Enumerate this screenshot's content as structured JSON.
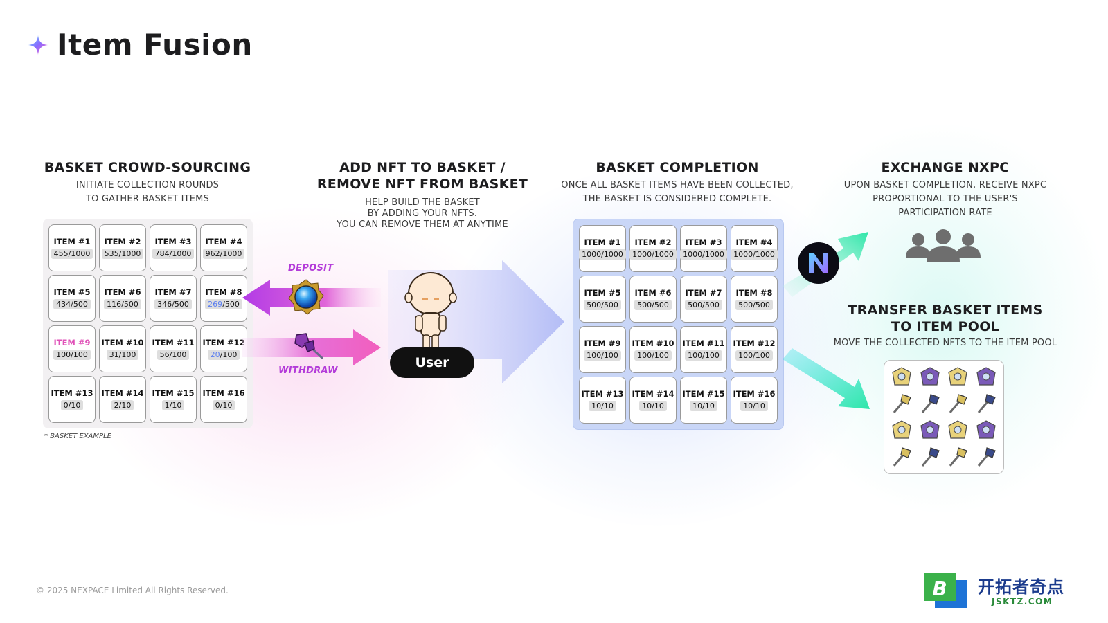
{
  "title": "Item Fusion",
  "sections": {
    "crowdsourcing": {
      "heading": "BASKET CROWD-SOURCING",
      "sub_line1": "INITIATE COLLECTION ROUNDS",
      "sub_line2": "TO GATHER BASKET ITEMS",
      "note": "* BASKET EXAMPLE"
    },
    "add_remove": {
      "heading_line1": "ADD NFT TO BASKET /",
      "heading_line2": "REMOVE NFT FROM BASKET",
      "sub_line1": "HELP BUILD THE BASKET",
      "sub_line2": "BY ADDING YOUR NFTS.",
      "sub_line3": "YOU CAN REMOVE THEM AT ANYTIME",
      "deposit_label": "DEPOSIT",
      "withdraw_label": "WITHDRAW",
      "user_label": "User"
    },
    "completion": {
      "heading": "BASKET COMPLETION",
      "sub_line1": "ONCE ALL BASKET ITEMS HAVE BEEN COLLECTED,",
      "sub_line2": "THE BASKET IS CONSIDERED COMPLETE."
    },
    "exchange": {
      "heading": "EXCHANGE NXPC",
      "sub_line1": "UPON BASKET COMPLETION, RECEIVE NXPC",
      "sub_line2": "PROPORTIONAL TO THE USER'S",
      "sub_line3": "PARTICIPATION RATE"
    },
    "transfer": {
      "heading_line1": "TRANSFER BASKET ITEMS",
      "heading_line2": "TO ITEM POOL",
      "sub_line1": "MOVE THE COLLECTED NFTS TO THE ITEM POOL"
    }
  },
  "left_basket": [
    {
      "label": "ITEM #1",
      "val": "455/1000",
      "label_color": "",
      "val_current": "455",
      "val_total": "1000",
      "val_color": ""
    },
    {
      "label": "ITEM #2",
      "val": "535/1000",
      "val_current": "535",
      "val_total": "1000",
      "label_color": "",
      "val_color": ""
    },
    {
      "label": "ITEM #3",
      "val": "784/1000",
      "val_current": "784",
      "val_total": "1000",
      "label_color": "",
      "val_color": ""
    },
    {
      "label": "ITEM #4",
      "val": "962/1000",
      "val_current": "962",
      "val_total": "1000",
      "label_color": "",
      "val_color": ""
    },
    {
      "label": "ITEM #5",
      "val": "434/500",
      "val_current": "434",
      "val_total": "500",
      "label_color": "",
      "val_color": ""
    },
    {
      "label": "ITEM #6",
      "val": "116/500",
      "val_current": "116",
      "val_total": "500",
      "label_color": "",
      "val_color": ""
    },
    {
      "label": "ITEM #7",
      "val": "346/500",
      "val_current": "346",
      "val_total": "500",
      "label_color": "",
      "val_color": ""
    },
    {
      "label": "ITEM #8",
      "val": "269/500",
      "val_current": "269",
      "val_total": "500",
      "label_color": "",
      "val_color": "blue"
    },
    {
      "label": "ITEM #9",
      "val": "100/100",
      "val_current": "100",
      "val_total": "100",
      "label_color": "pink",
      "val_color": ""
    },
    {
      "label": "ITEM #10",
      "val": "31/100",
      "val_current": "31",
      "val_total": "100",
      "label_color": "",
      "val_color": ""
    },
    {
      "label": "ITEM #11",
      "val": "56/100",
      "val_current": "56",
      "val_total": "100",
      "label_color": "",
      "val_color": ""
    },
    {
      "label": "ITEM #12",
      "val": "20/100",
      "val_current": "20",
      "val_total": "100",
      "label_color": "",
      "val_color": "blue"
    },
    {
      "label": "ITEM #13",
      "val": "0/10",
      "val_current": "0",
      "val_total": "10",
      "label_color": "",
      "val_color": ""
    },
    {
      "label": "ITEM #14",
      "val": "2/10",
      "val_current": "2",
      "val_total": "10",
      "label_color": "",
      "val_color": ""
    },
    {
      "label": "ITEM #15",
      "val": "1/10",
      "val_current": "1",
      "val_total": "10",
      "label_color": "",
      "val_color": ""
    },
    {
      "label": "ITEM #16",
      "val": "0/10",
      "val_current": "0",
      "val_total": "10",
      "label_color": "",
      "val_color": ""
    }
  ],
  "complete_basket": [
    {
      "label": "ITEM #1",
      "val": "1000/1000"
    },
    {
      "label": "ITEM #2",
      "val": "1000/1000"
    },
    {
      "label": "ITEM #3",
      "val": "1000/1000"
    },
    {
      "label": "ITEM #4",
      "val": "1000/1000"
    },
    {
      "label": "ITEM #5",
      "val": "500/500"
    },
    {
      "label": "ITEM #6",
      "val": "500/500"
    },
    {
      "label": "ITEM #7",
      "val": "500/500"
    },
    {
      "label": "ITEM #8",
      "val": "500/500"
    },
    {
      "label": "ITEM #9",
      "val": "100/100"
    },
    {
      "label": "ITEM #10",
      "val": "100/100"
    },
    {
      "label": "ITEM #11",
      "val": "100/100"
    },
    {
      "label": "ITEM #12",
      "val": "100/100"
    },
    {
      "label": "ITEM #13",
      "val": "10/10"
    },
    {
      "label": "ITEM #14",
      "val": "10/10"
    },
    {
      "label": "ITEM #15",
      "val": "10/10"
    },
    {
      "label": "ITEM #16",
      "val": "10/10"
    }
  ],
  "footer": "© 2025 NEXPACE Limited All Rights Reserved.",
  "brand": {
    "name": "开拓者奇点",
    "domain": "JSKTZ.COM",
    "logo_letter": "B"
  },
  "colors": {
    "pink": "#e052b8",
    "blue": "#5b7ef0",
    "deposit_arrow": "#b33bd9",
    "teal_arrow": "#2ee6a8",
    "grid_blue": "#c9d6f7"
  },
  "icons": [
    "sparkle-icon",
    "deposit-gem-icon",
    "withdraw-axe-icon",
    "user-character-icon",
    "nxpc-logo-icon",
    "people-group-icon",
    "item-pool-icon"
  ]
}
